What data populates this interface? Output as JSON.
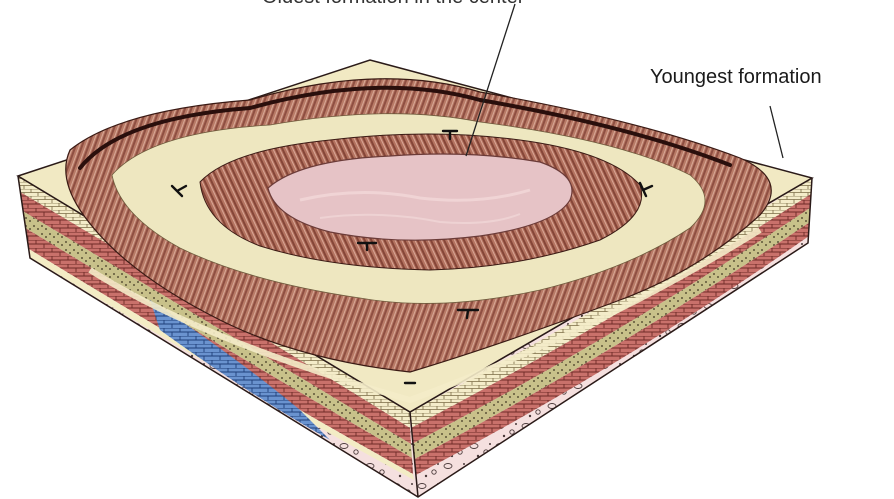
{
  "labels": {
    "youngest": "Youngest formation",
    "top_cut": "Oldest formation in the center"
  },
  "colors": {
    "youngest_bed": "#f3ecc5",
    "red_shale": "#b8605a",
    "dark_shale": "#7e2f2d",
    "sandstone": "#c9c28a",
    "conglomerate": "#f3dede",
    "limestone": "#5a86c6",
    "basin_center": "#e6c3c6",
    "ridge": "#b06e5a",
    "valley_tan": "#eee7c0"
  },
  "symbols": [
    "strike-dip-symbol"
  ]
}
